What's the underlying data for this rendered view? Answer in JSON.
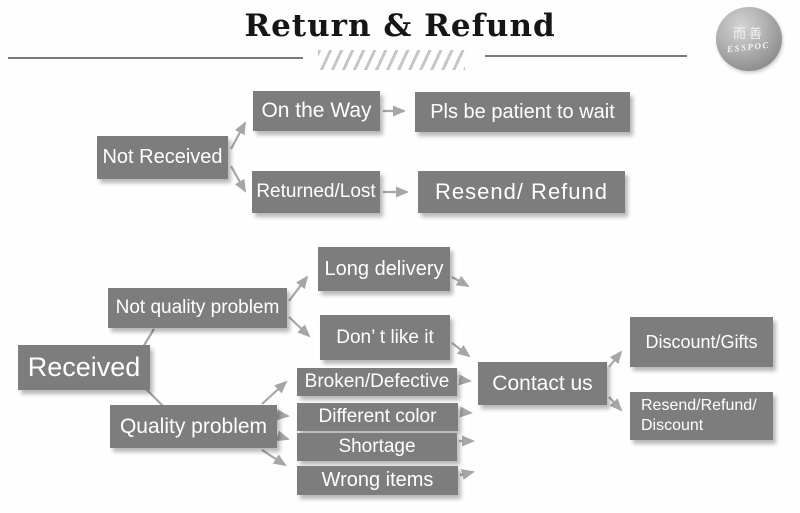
{
  "header": {
    "title": "Return & Refund",
    "logo": {
      "chinese": "而善",
      "brand": "ESSPOC"
    }
  },
  "nodes": {
    "not_received": "Not Received",
    "on_the_way": "On the Way",
    "pls_wait": "Pls be patient to wait",
    "returned_lost": "Returned/Lost",
    "resend_refund": "Resend/ Refund",
    "received": "Received",
    "not_quality_problem": "Not quality problem",
    "quality_problem": "Quality problem",
    "long_delivery": "Long delivery",
    "dont_like_it": "Don’ t like it",
    "broken_defective": "Broken/Defective",
    "different_color": "Different color",
    "shortage": "Shortage",
    "wrong_items": "Wrong items",
    "contact_us": "Contact us",
    "discount_gifts": "Discount/Gifts",
    "resend_refund_discount_line1": "Resend/Refund/",
    "resend_refund_discount_line2": "Discount"
  },
  "colors": {
    "box_gray": "#7d7d7d",
    "node_text": "#ffffff",
    "arrow_gray": "#a6a6a6",
    "title_black": "#161616",
    "rule_gray": "#7a7a7a",
    "hatch_gray": "#c6c6c6"
  }
}
